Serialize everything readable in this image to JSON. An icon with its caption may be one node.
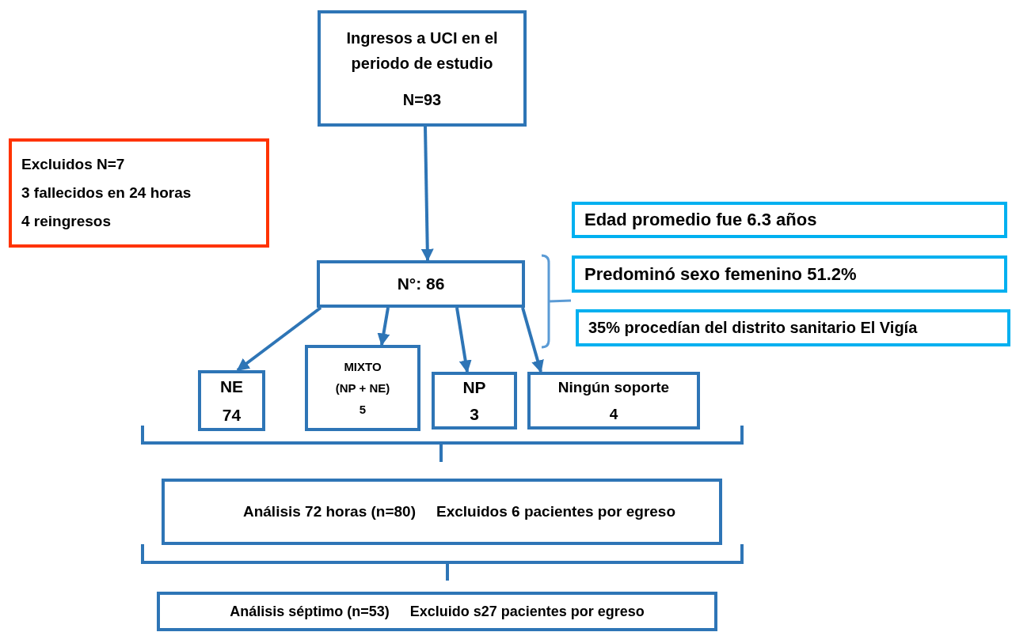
{
  "diagram": {
    "nodes": [
      {
        "text": [
          "Ingresos a UCI en el periodo de estudio",
          "N=93"
        ]
      },
      {
        "text": [
          "Excluidos N=7",
          "3 fallecidos en 24 horas",
          "4 reingresos"
        ]
      },
      {
        "text": [
          "N°: 86"
        ]
      },
      {
        "text": [
          "Edad promedio fue 6.3 años"
        ]
      },
      {
        "text": [
          "Predominó sexo femenino 51.2%"
        ]
      },
      {
        "text": [
          "35% procedían del distrito sanitario El Vigía"
        ]
      },
      {
        "text": [
          "NE",
          "74"
        ]
      },
      {
        "text": [
          "MIXTO",
          "(NP + NE)",
          "5"
        ]
      },
      {
        "text": [
          "NP",
          "3"
        ]
      },
      {
        "text": [
          "Ningún soporte",
          "4"
        ]
      },
      {
        "text": [
          "Análisis 72 horas (n=80)",
          "Excluidos 6 pacientes por egreso"
        ]
      },
      {
        "text": [
          "Análisis séptimo (n=53)",
          "Excluido s27 pacientes por egreso"
        ]
      }
    ],
    "edges": [
      {
        "from": 0,
        "to": 2,
        "arrow": "to"
      },
      {
        "from": 2,
        "to": 6,
        "arrow": "to"
      },
      {
        "from": 2,
        "to": 7,
        "arrow": "to"
      },
      {
        "from": 2,
        "to": 8,
        "arrow": "to"
      },
      {
        "from": 2,
        "to": 9,
        "arrow": "to"
      }
    ]
  }
}
